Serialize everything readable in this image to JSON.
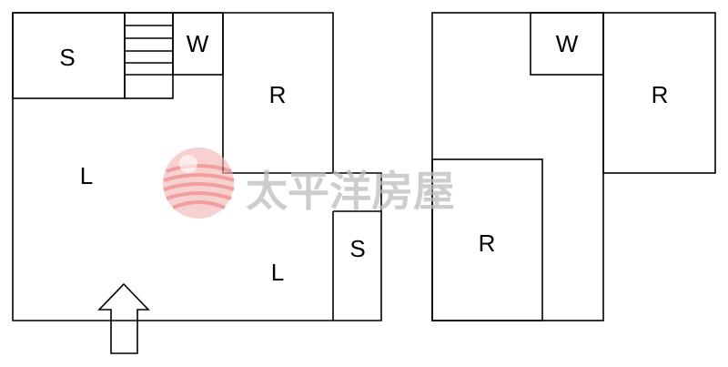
{
  "watermark": {
    "text": "太平洋房屋",
    "logo": "wave-globe-logo",
    "colors": {
      "logo": "#e96b6b",
      "text": "#bdbdbd"
    }
  },
  "floor_plan": {
    "left_unit": {
      "rooms": [
        {
          "id": "storage-top-left",
          "label": "S"
        },
        {
          "id": "wc-top",
          "label": "W"
        },
        {
          "id": "room-right",
          "label": "R"
        },
        {
          "id": "living-main",
          "label": "L"
        },
        {
          "id": "living-lower",
          "label": "L"
        },
        {
          "id": "storage-right",
          "label": "S"
        }
      ],
      "entrance": "up-arrow-icon"
    },
    "right_unit": {
      "rooms": [
        {
          "id": "wc",
          "label": "W"
        },
        {
          "id": "room-top-right",
          "label": "R"
        },
        {
          "id": "room-bottom-left",
          "label": "R"
        }
      ]
    }
  },
  "colors": {
    "wall": "#000000",
    "background": "#ffffff"
  }
}
